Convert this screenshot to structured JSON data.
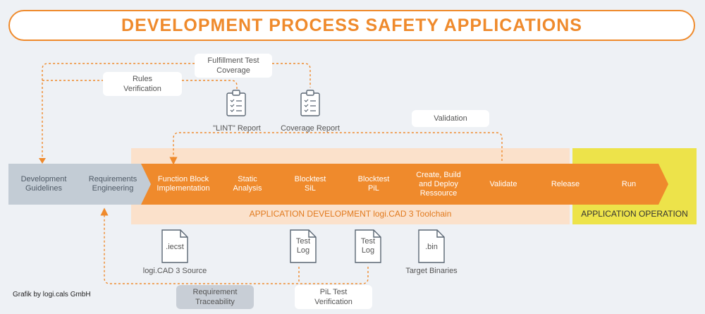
{
  "title": "DEVELOPMENT PROCESS SAFETY APPLICATIONS",
  "colors": {
    "accent": "#ef8a2c",
    "step_orange": "#ef8a2c",
    "step_grey": "#c3ccd5",
    "dev_band": "#fbe1cb",
    "op_band": "#ede34a",
    "background": "#eef1f5"
  },
  "steps": [
    {
      "label": "Development\nGuidelines",
      "style": "grey"
    },
    {
      "label": "Requirements\nEngineering",
      "style": "grey"
    },
    {
      "label": "Function Block\nImplementation",
      "style": "orange"
    },
    {
      "label": "Static\nAnalysis",
      "style": "orange"
    },
    {
      "label": "Blocktest\nSiL",
      "style": "orange"
    },
    {
      "label": "Blocktest\nPiL",
      "style": "orange"
    },
    {
      "label": "Create, Build\nand Deploy\nRessource",
      "style": "orange"
    },
    {
      "label": "Validate",
      "style": "orange"
    },
    {
      "label": "Release",
      "style": "orange"
    },
    {
      "label": "Run",
      "style": "orange"
    }
  ],
  "bands": {
    "development": "APPLICATION  DEVELOPMENT logi.CAD 3 Toolchain",
    "operation": "APPLICATION  OPERATION"
  },
  "feedback_labels": {
    "fulfillment": "Fulfillment Test\nCoverage",
    "rules": "Rules\nVerification",
    "validation": "Validation",
    "requirement": "Requirement\nTraceability",
    "pil": "PiL Test\nVerification"
  },
  "reports": {
    "lint": "\"LINT\" Report",
    "coverage": "Coverage Report"
  },
  "documents": [
    {
      "text": ".iecst",
      "caption": "logi.CAD 3 Source",
      "icon": "document-icon"
    },
    {
      "text": "Test\nLog",
      "caption": "",
      "icon": "document-icon"
    },
    {
      "text": "Test\nLog",
      "caption": "",
      "icon": "document-icon"
    },
    {
      "text": ".bin",
      "caption": "Target Binaries",
      "icon": "document-icon"
    }
  ],
  "credit": "Grafik by logi.cals GmbH"
}
